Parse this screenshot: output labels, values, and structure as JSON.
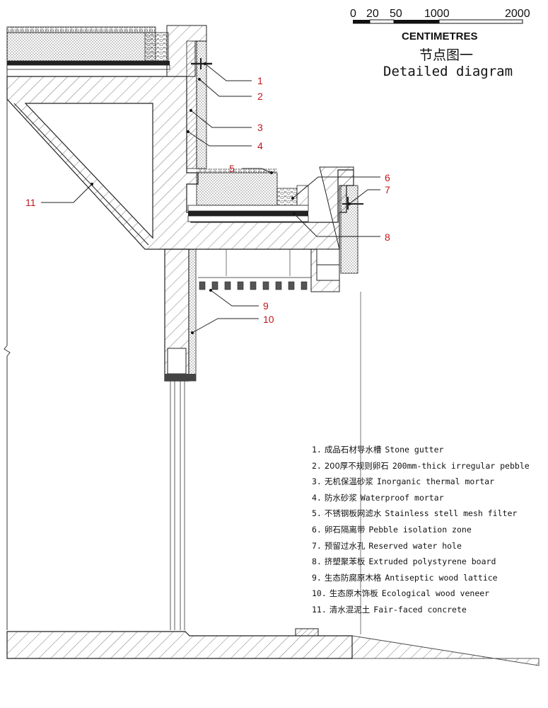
{
  "scale_bar": {
    "ticks": [
      "0",
      "20",
      "50",
      "1000",
      "2000"
    ],
    "unit": "CENTIMETRES"
  },
  "title": {
    "chinese": "节点图一",
    "english": "Detailed diagram"
  },
  "callouts": [
    "1",
    "2",
    "3",
    "4",
    "5",
    "6",
    "7",
    "8",
    "9",
    "10",
    "11"
  ],
  "legend": [
    {
      "num": "1.",
      "cn": "成品石材导水槽",
      "en": "Stone gutter"
    },
    {
      "num": "2.",
      "cn": "200厚不规则卵石",
      "en": "200mm-thick irregular pebble"
    },
    {
      "num": "3.",
      "cn": "无机保温砂浆",
      "en": "Inorganic thermal mortar"
    },
    {
      "num": "4.",
      "cn": "防水砂浆",
      "en": "Waterproof mortar"
    },
    {
      "num": "5.",
      "cn": "不锈钢板网滤水",
      "en": "Stainless stell mesh filter"
    },
    {
      "num": "6.",
      "cn": "卵石隔离带",
      "en": "Pebble isolation zone"
    },
    {
      "num": "7.",
      "cn": "预留过水孔",
      "en": "Reserved water hole"
    },
    {
      "num": "8.",
      "cn": "挤塑聚苯板",
      "en": "Extruded polystyrene board"
    },
    {
      "num": "9.",
      "cn": "生态防腐原木格",
      "en": "Antiseptic wood lattice"
    },
    {
      "num": "10.",
      "cn": "生态原木饰板",
      "en": "Ecological wood veneer"
    },
    {
      "num": "11.",
      "cn": "清水混泥土",
      "en": "Fair-faced concrete"
    }
  ],
  "colors": {
    "callout": "#c0161c",
    "line": "#111111"
  }
}
